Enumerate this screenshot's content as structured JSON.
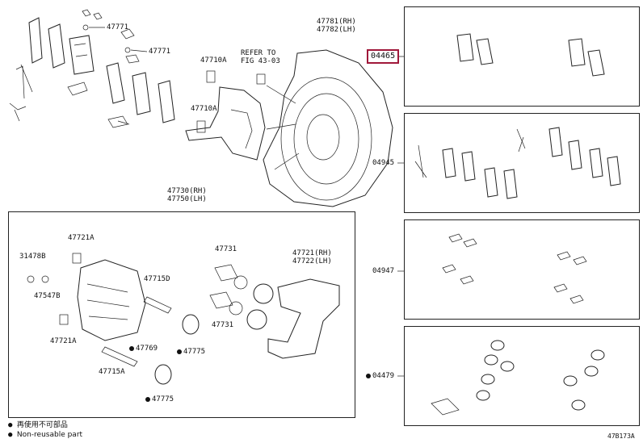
{
  "callouts": {
    "p47771a": "47771",
    "p47771b": "47771",
    "p47710a_top": "47710A",
    "p47710a_mid": "47710A",
    "refer_line1": "REFER TO",
    "refer_line2": "FIG 43-03",
    "rotor_rh": "47781(RH)",
    "rotor_lh": "47782(LH)",
    "pad_kit": "04465",
    "caliper_rh": "47730(RH)",
    "caliper_lh": "47750(LH)",
    "p47721a_top": "47721A",
    "p31478b": "31478B",
    "p47547b": "47547B",
    "p47721a_bot": "47721A",
    "p47715d": "47715D",
    "p47731_top": "47731",
    "p47731_bot": "47731",
    "mount_rh": "47721(RH)",
    "mount_lh": "47722(LH)",
    "p47769": "47769",
    "p47775a": "47775",
    "p47715a": "47715A",
    "p47775b": "47775",
    "kit_04945": "04945",
    "kit_04947": "04947",
    "kit_04479": "04479"
  },
  "legend": {
    "jp": "再使用不可部品",
    "en": "Non-reusable part"
  },
  "figure_id": "47B173A",
  "accent_color": "#a0183a"
}
